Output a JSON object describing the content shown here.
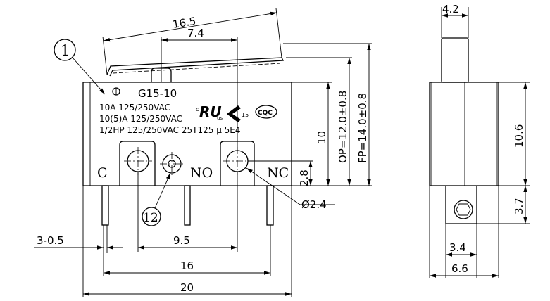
{
  "part_number": "G15-10",
  "callouts": {
    "one": "1",
    "twelve": "12"
  },
  "ratings": [
    "10A 125/250VAC",
    "10(5)A 125/250VAC",
    "1/2HP 125/250VAC 25T125 μ 5E4"
  ],
  "marks": {
    "ul_super": "c",
    "ul_sub": "us",
    "tuv_num": "15",
    "cqc": "CQC"
  },
  "terminals": {
    "c": "C",
    "no": "NO",
    "nc": "NC"
  },
  "dimensions": {
    "lever_length": "16.5",
    "lever_pin": "7.4",
    "body_height": "10",
    "op": "OP=12.0±0.8",
    "fp": "FP=14.0±0.8",
    "hole_height": "2.8",
    "hole_dia": "Ø2.4",
    "terminal": "3-0.5",
    "pitch_small": "9.5",
    "pitch_large": "16",
    "body_length": "20",
    "plunger_width": "4.2",
    "side_height": "10.6",
    "tab_height": "3.7",
    "tab_width": "3.4",
    "body_width": "6.6"
  }
}
